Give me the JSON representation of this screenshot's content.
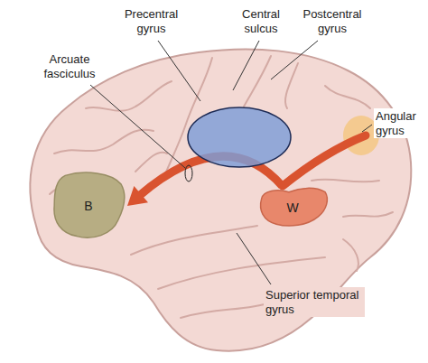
{
  "diagram": {
    "nodes": [
      {
        "text": [
          "B"
        ]
      },
      {
        "text": [
          "W"
        ]
      }
    ],
    "edges": [
      {
        "from": 1,
        "to": 0,
        "arrow": "to"
      }
    ],
    "labels": [
      "Precentral gyrus",
      "Central sulcus",
      "Postcentral gyrus",
      "Arcuate fasciculus",
      "Angular gyrus",
      "Superior temporal gyrus"
    ]
  }
}
